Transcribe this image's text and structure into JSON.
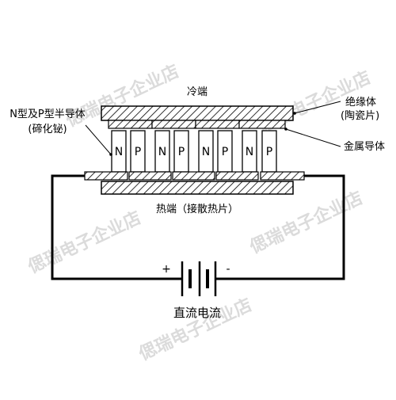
{
  "labels": {
    "cold_end": "冷端",
    "hot_end": "热端（接散热片）",
    "semiconductor_line1": "N型及P型半导体",
    "semiconductor_line2": "(碲化铋)",
    "insulator_line1": "绝缘体",
    "insulator_line2": "(陶瓷片)",
    "metal_conductor": "金属导体",
    "dc_source": "直流电流",
    "plus": "+",
    "minus": "-"
  },
  "legs": [
    "N",
    "P",
    "N",
    "P",
    "N",
    "P",
    "N",
    "P"
  ],
  "watermark": {
    "text": "偲瑞电子企业店"
  },
  "colors": {
    "line": "#000000",
    "watermark": "#cfcfcf",
    "background": "#ffffff"
  }
}
